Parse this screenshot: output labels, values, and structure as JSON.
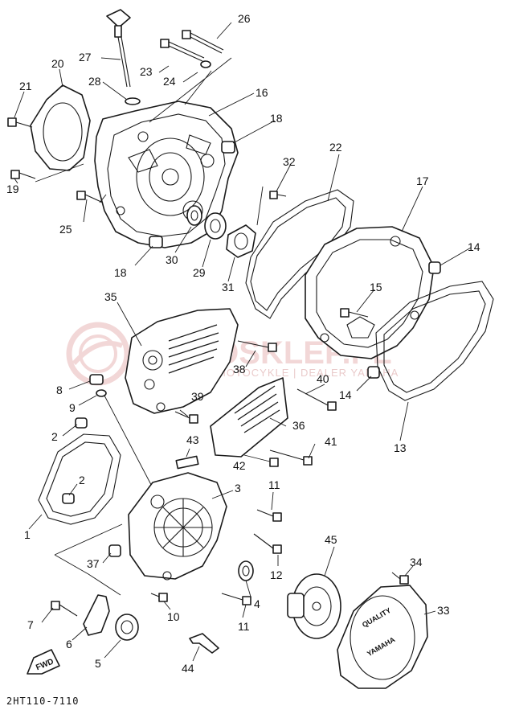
{
  "diagram": {
    "drawing_code": "2HT110-7110",
    "fwd_label": "FWD",
    "emblem_text": "YAMAHA",
    "ring_text": "QUALITY",
    "watermark": {
      "brand": "MOTOSKLEP.PL",
      "tagline": "MOTOCYKLE | DEALER YAMAHA",
      "color": "#e3a7a7"
    },
    "callouts": [
      {
        "id": "c1",
        "label": "1"
      },
      {
        "id": "c2a",
        "label": "2"
      },
      {
        "id": "c2b",
        "label": "2"
      },
      {
        "id": "c3",
        "label": "3"
      },
      {
        "id": "c4",
        "label": "4"
      },
      {
        "id": "c5",
        "label": "5"
      },
      {
        "id": "c6",
        "label": "6"
      },
      {
        "id": "c7",
        "label": "7"
      },
      {
        "id": "c8",
        "label": "8"
      },
      {
        "id": "c9",
        "label": "9"
      },
      {
        "id": "c10",
        "label": "10"
      },
      {
        "id": "c11a",
        "label": "11"
      },
      {
        "id": "c11b",
        "label": "11"
      },
      {
        "id": "c12",
        "label": "12"
      },
      {
        "id": "c13",
        "label": "13"
      },
      {
        "id": "c14a",
        "label": "14"
      },
      {
        "id": "c14b",
        "label": "14"
      },
      {
        "id": "c15",
        "label": "15"
      },
      {
        "id": "c16",
        "label": "16"
      },
      {
        "id": "c17",
        "label": "17"
      },
      {
        "id": "c18a",
        "label": "18"
      },
      {
        "id": "c18b",
        "label": "18"
      },
      {
        "id": "c19",
        "label": "19"
      },
      {
        "id": "c20",
        "label": "20"
      },
      {
        "id": "c21",
        "label": "21"
      },
      {
        "id": "c22",
        "label": "22"
      },
      {
        "id": "c23",
        "label": "23"
      },
      {
        "id": "c24",
        "label": "24"
      },
      {
        "id": "c25",
        "label": "25"
      },
      {
        "id": "c26",
        "label": "26"
      },
      {
        "id": "c27",
        "label": "27"
      },
      {
        "id": "c28",
        "label": "28"
      },
      {
        "id": "c29",
        "label": "29"
      },
      {
        "id": "c30",
        "label": "30"
      },
      {
        "id": "c31",
        "label": "31"
      },
      {
        "id": "c32",
        "label": "32"
      },
      {
        "id": "c33",
        "label": "33"
      },
      {
        "id": "c34",
        "label": "34"
      },
      {
        "id": "c35",
        "label": "35"
      },
      {
        "id": "c36",
        "label": "36"
      },
      {
        "id": "c37",
        "label": "37"
      },
      {
        "id": "c38",
        "label": "38"
      },
      {
        "id": "c39",
        "label": "39"
      },
      {
        "id": "c40",
        "label": "40"
      },
      {
        "id": "c41",
        "label": "41"
      },
      {
        "id": "c42",
        "label": "42"
      },
      {
        "id": "c43",
        "label": "43"
      },
      {
        "id": "c44",
        "label": "44"
      },
      {
        "id": "c45",
        "label": "45"
      }
    ]
  }
}
